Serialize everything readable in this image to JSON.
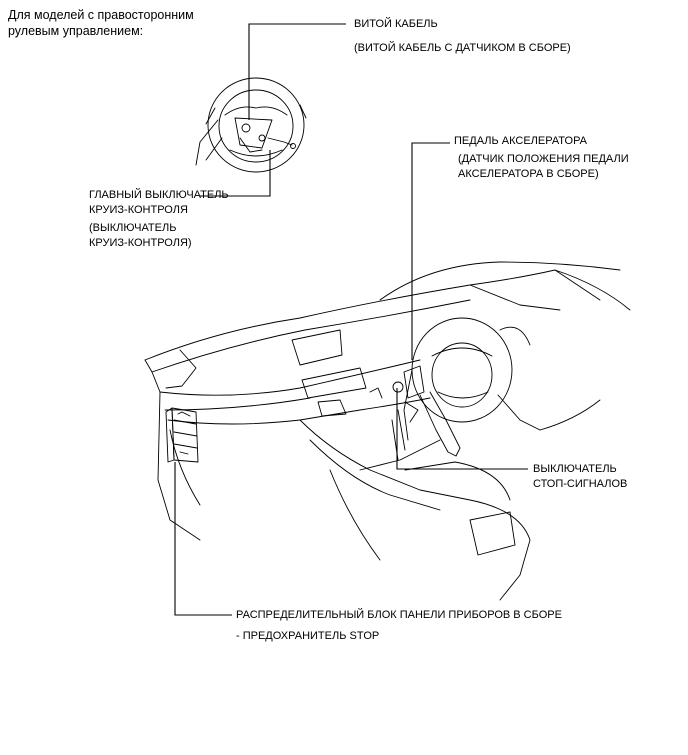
{
  "heading": {
    "line1": "Для моделей с правосторонним",
    "line2": "рулевым управлением:"
  },
  "labels": {
    "spiral_cable": "ВИТОЙ КАБЕЛЬ",
    "spiral_cable_note": "(ВИТОЙ КАБЕЛЬ С ДАТЧИКОМ В СБОРЕ)",
    "accelerator_pedal": "ПЕДАЛЬ АКСЕЛЕРАТОРА",
    "accelerator_note_line1": "(ДАТЧИК ПОЛОЖЕНИЯ ПЕДАЛИ",
    "accelerator_note_line2": "АКСЕЛЕРАТОРА В СБОРЕ)",
    "cruise_main_switch_line1": "ГЛАВНЫЙ ВЫКЛЮЧАТЕЛЬ",
    "cruise_main_switch_line2": "КРУИЗ-КОНТРОЛЯ",
    "cruise_switch_note_line1": "(ВЫКЛЮЧАТЕЛЬ",
    "cruise_switch_note_line2": "КРУИЗ-КОНТРОЛЯ)",
    "stop_light_switch_line1": "ВЫКЛЮЧАТЕЛЬ",
    "stop_light_switch_line2": "СТОП-СИГНАЛОВ",
    "junction_block": "РАСПРЕДЕЛИТЕЛЬНЫЙ БЛОК ПАНЕЛИ ПРИБОРОВ В СБОРЕ",
    "junction_block_note": "- ПРЕДОХРАНИТЕЛЬ STOP"
  }
}
